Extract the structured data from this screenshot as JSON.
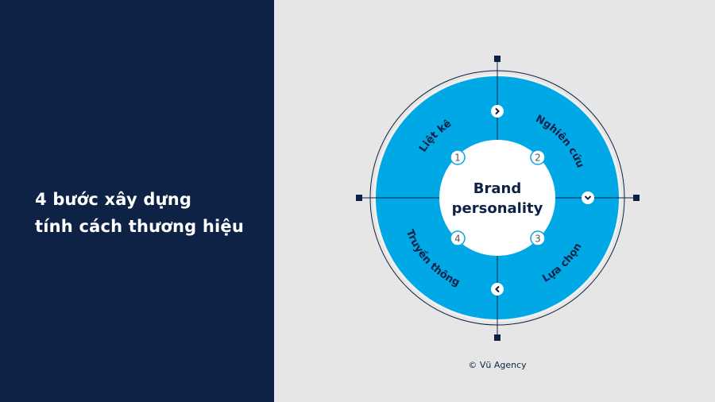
{
  "title": {
    "line1": "4 bước xây dựng",
    "line2": "tính cách thương hiệu"
  },
  "diagram": {
    "center_line1": "Brand",
    "center_line2": "personality",
    "steps": [
      {
        "number": "1",
        "label": "Liệt kê"
      },
      {
        "number": "2",
        "label": "Nghiên cứu"
      },
      {
        "number": "3",
        "label": "Lựa chọn"
      },
      {
        "number": "4",
        "label": "Truyền thông"
      }
    ],
    "colors": {
      "ring": "#00a8e6",
      "navy": "#0d2244",
      "background": "#e6e6e6"
    }
  },
  "copyright": "© Vũ Agency"
}
